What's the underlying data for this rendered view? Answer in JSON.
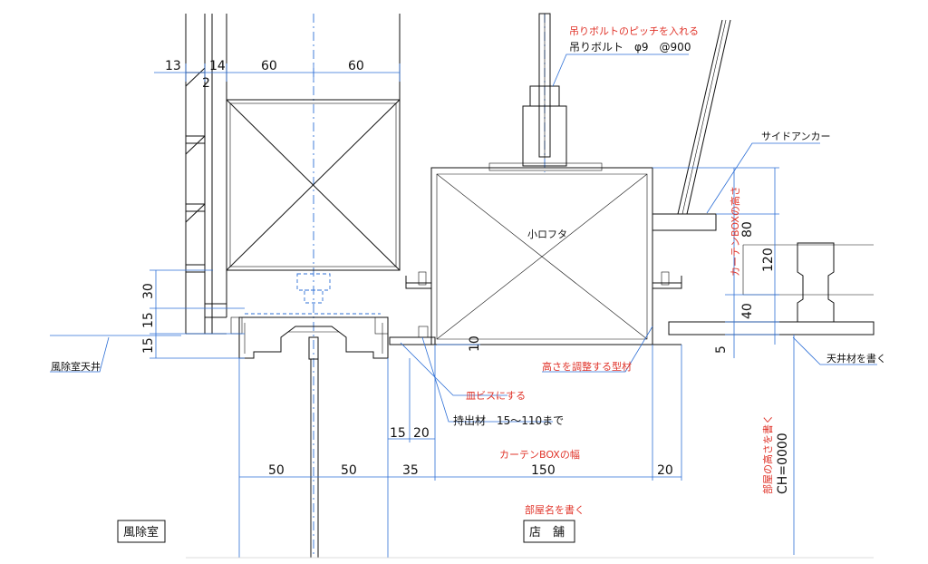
{
  "dimensions": {
    "top_13": "13",
    "top_14": "14",
    "top_60a": "60",
    "top_60b": "60",
    "top_2": "2",
    "left_30": "30",
    "left_15a": "15",
    "left_15b": "15",
    "right_80": "80",
    "right_120": "120",
    "right_40": "40",
    "right_5": "5",
    "mid_10": "10",
    "mid_15": "15",
    "mid_20": "20",
    "bot_50a": "50",
    "bot_50b": "50",
    "bot_35": "35",
    "bot_150": "150",
    "bot_20": "20"
  },
  "notes": {
    "hanger_pitch": "吊りボルトのピッチを入れる",
    "hanger_spec": "吊りボルト　φ9　@900",
    "side_anchor": "サイドアンカー",
    "curtain_box_height": "カーテンBOXの高さ",
    "small_lid": "小ロフタ",
    "adjust_member": "高さを調整する型材",
    "ceiling_material": "天井材を書く",
    "windbreak_ceiling": "風除室天井",
    "flat_screw": "皿ビスにする",
    "projection_member": "持出材　15～110まで",
    "curtain_box_width": "カーテンBOXの幅",
    "room_name_note": "部屋名を書く",
    "ceiling_height_note": "部屋の高さを書く",
    "ceiling_height": "CH=0000"
  },
  "rooms": {
    "left": "風除室",
    "right": "店　舗"
  },
  "colors": {
    "line": "#111111",
    "dimension": "#2d6fd6",
    "annotation": "#e0342a"
  }
}
